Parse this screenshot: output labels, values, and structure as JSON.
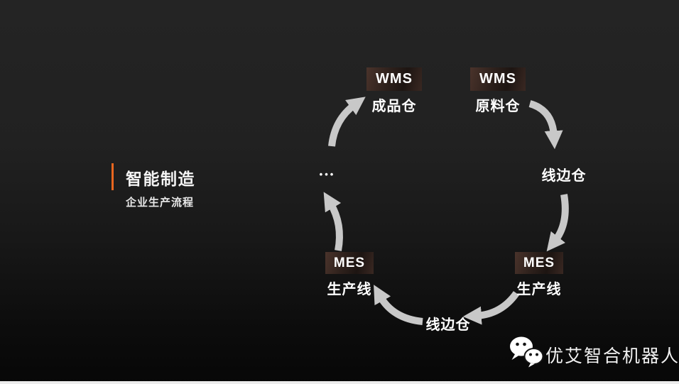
{
  "slide": {
    "title": "智能制造",
    "subtitle": "企业生产流程",
    "ellipsis": "•••"
  },
  "nodes": [
    {
      "id": "wms-finished",
      "badge": "WMS",
      "label": "成品仓"
    },
    {
      "id": "wms-raw",
      "badge": "WMS",
      "label": "原料仓"
    },
    {
      "id": "lineside-right",
      "label": "线边仓"
    },
    {
      "id": "mes-right",
      "badge": "MES",
      "label": "生产线"
    },
    {
      "id": "lineside-bottom",
      "label": "线边仓"
    },
    {
      "id": "mes-left",
      "badge": "MES",
      "label": "生产线"
    }
  ],
  "flow": [
    "WMS原料仓 → 线边仓",
    "线边仓 → MES生产线",
    "MES生产线 → 线边仓",
    "线边仓 → MES生产线",
    "MES生产线 → …",
    "… → WMS成品仓"
  ],
  "footer": {
    "brand": "优艾智合机器人"
  },
  "colors": {
    "accent": "#e8661f",
    "arrow": "#c8c8c8",
    "background": "#1f1f1f",
    "badge_background": "#2e211c",
    "text": "#ffffff"
  }
}
